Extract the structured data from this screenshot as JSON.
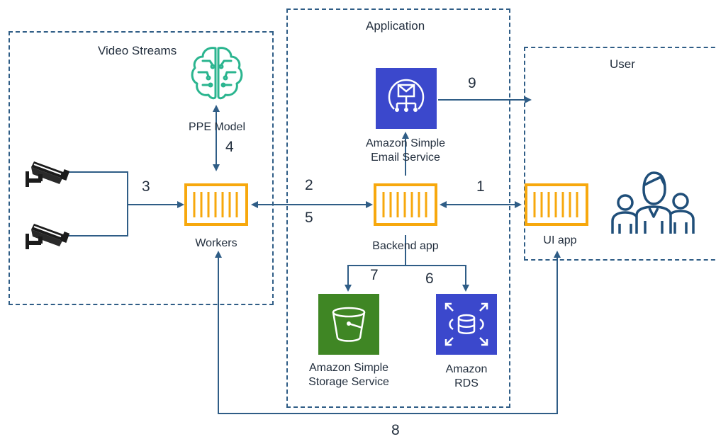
{
  "groups": {
    "video_streams": "Video Streams",
    "application": "Application",
    "user": "User"
  },
  "nodes": {
    "ppe_model": "PPE Model",
    "workers": "Workers",
    "backend_app": "Backend app",
    "ui_app": "UI app",
    "ses_line1": "Amazon Simple",
    "ses_line2": "Email Service",
    "s3_line1": "Amazon Simple",
    "s3_line2": "Storage Service",
    "rds_line1": "Amazon",
    "rds_line2": "RDS"
  },
  "steps": {
    "s1": "1",
    "s2": "2",
    "s3": "3",
    "s4": "4",
    "s5": "5",
    "s6": "6",
    "s7": "7",
    "s8": "8",
    "s9": "9"
  },
  "colors": {
    "border": "#2f5d86",
    "arrow": "#2f5d86",
    "container": "#f7a80d",
    "ses": "#3b48cc",
    "s3": "#3f8624",
    "rds": "#3b48cc",
    "ml": "#2bb58f",
    "user_icon": "#1f4e79"
  },
  "icons": [
    "camera-icon",
    "ml-brain-icon",
    "container-icon",
    "ses-icon",
    "s3-bucket-icon",
    "rds-icon",
    "users-icon"
  ]
}
